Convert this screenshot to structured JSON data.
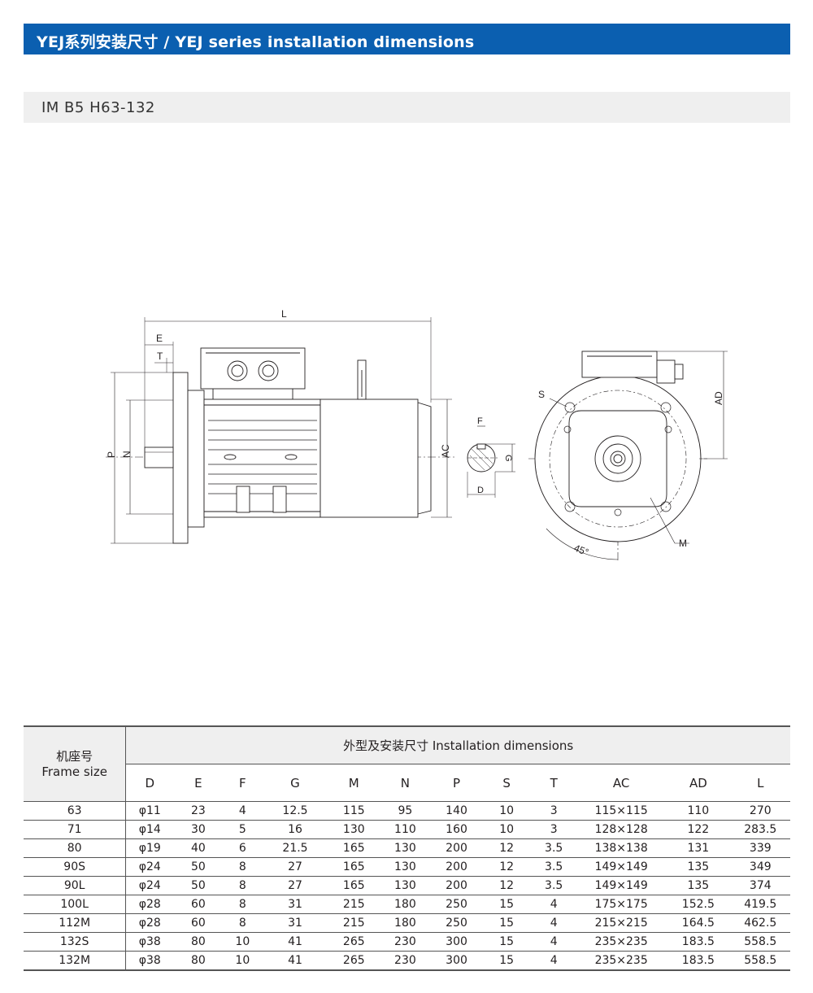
{
  "header": {
    "title": "YEJ系列安装尺寸 / YEJ series installation dimensions"
  },
  "subheader": {
    "model": "IM B5 H63-132"
  },
  "drawing": {
    "side_labels": {
      "L": "L",
      "E": "E",
      "T": "T",
      "P": "P",
      "N": "N",
      "AC": "AC"
    },
    "shaft_labels": {
      "F": "F",
      "G": "G",
      "D": "D"
    },
    "front_labels": {
      "S": "S",
      "AD": "AD",
      "M": "M",
      "angle": "45°"
    }
  },
  "table": {
    "frame_header_cn": "机座号",
    "frame_header_en": "Frame size",
    "group_header": "外型及安装尺寸  Installation dimensions",
    "columns": [
      "D",
      "E",
      "F",
      "G",
      "M",
      "N",
      "P",
      "S",
      "T",
      "AC",
      "AD",
      "L"
    ],
    "rows": [
      [
        "63",
        "φ11",
        "23",
        "4",
        "12.5",
        "115",
        "95",
        "140",
        "10",
        "3",
        "115×115",
        "110",
        "270"
      ],
      [
        "71",
        "φ14",
        "30",
        "5",
        "16",
        "130",
        "110",
        "160",
        "10",
        "3",
        "128×128",
        "122",
        "283.5"
      ],
      [
        "80",
        "φ19",
        "40",
        "6",
        "21.5",
        "165",
        "130",
        "200",
        "12",
        "3.5",
        "138×138",
        "131",
        "339"
      ],
      [
        "90S",
        "φ24",
        "50",
        "8",
        "27",
        "165",
        "130",
        "200",
        "12",
        "3.5",
        "149×149",
        "135",
        "349"
      ],
      [
        "90L",
        "φ24",
        "50",
        "8",
        "27",
        "165",
        "130",
        "200",
        "12",
        "3.5",
        "149×149",
        "135",
        "374"
      ],
      [
        "100L",
        "φ28",
        "60",
        "8",
        "31",
        "215",
        "180",
        "250",
        "15",
        "4",
        "175×175",
        "152.5",
        "419.5"
      ],
      [
        "112M",
        "φ28",
        "60",
        "8",
        "31",
        "215",
        "180",
        "250",
        "15",
        "4",
        "215×215",
        "164.5",
        "462.5"
      ],
      [
        "132S",
        "φ38",
        "80",
        "10",
        "41",
        "265",
        "230",
        "300",
        "15",
        "4",
        "235×235",
        "183.5",
        "558.5"
      ],
      [
        "132M",
        "φ38",
        "80",
        "10",
        "41",
        "265",
        "230",
        "300",
        "15",
        "4",
        "235×235",
        "183.5",
        "558.5"
      ]
    ]
  }
}
